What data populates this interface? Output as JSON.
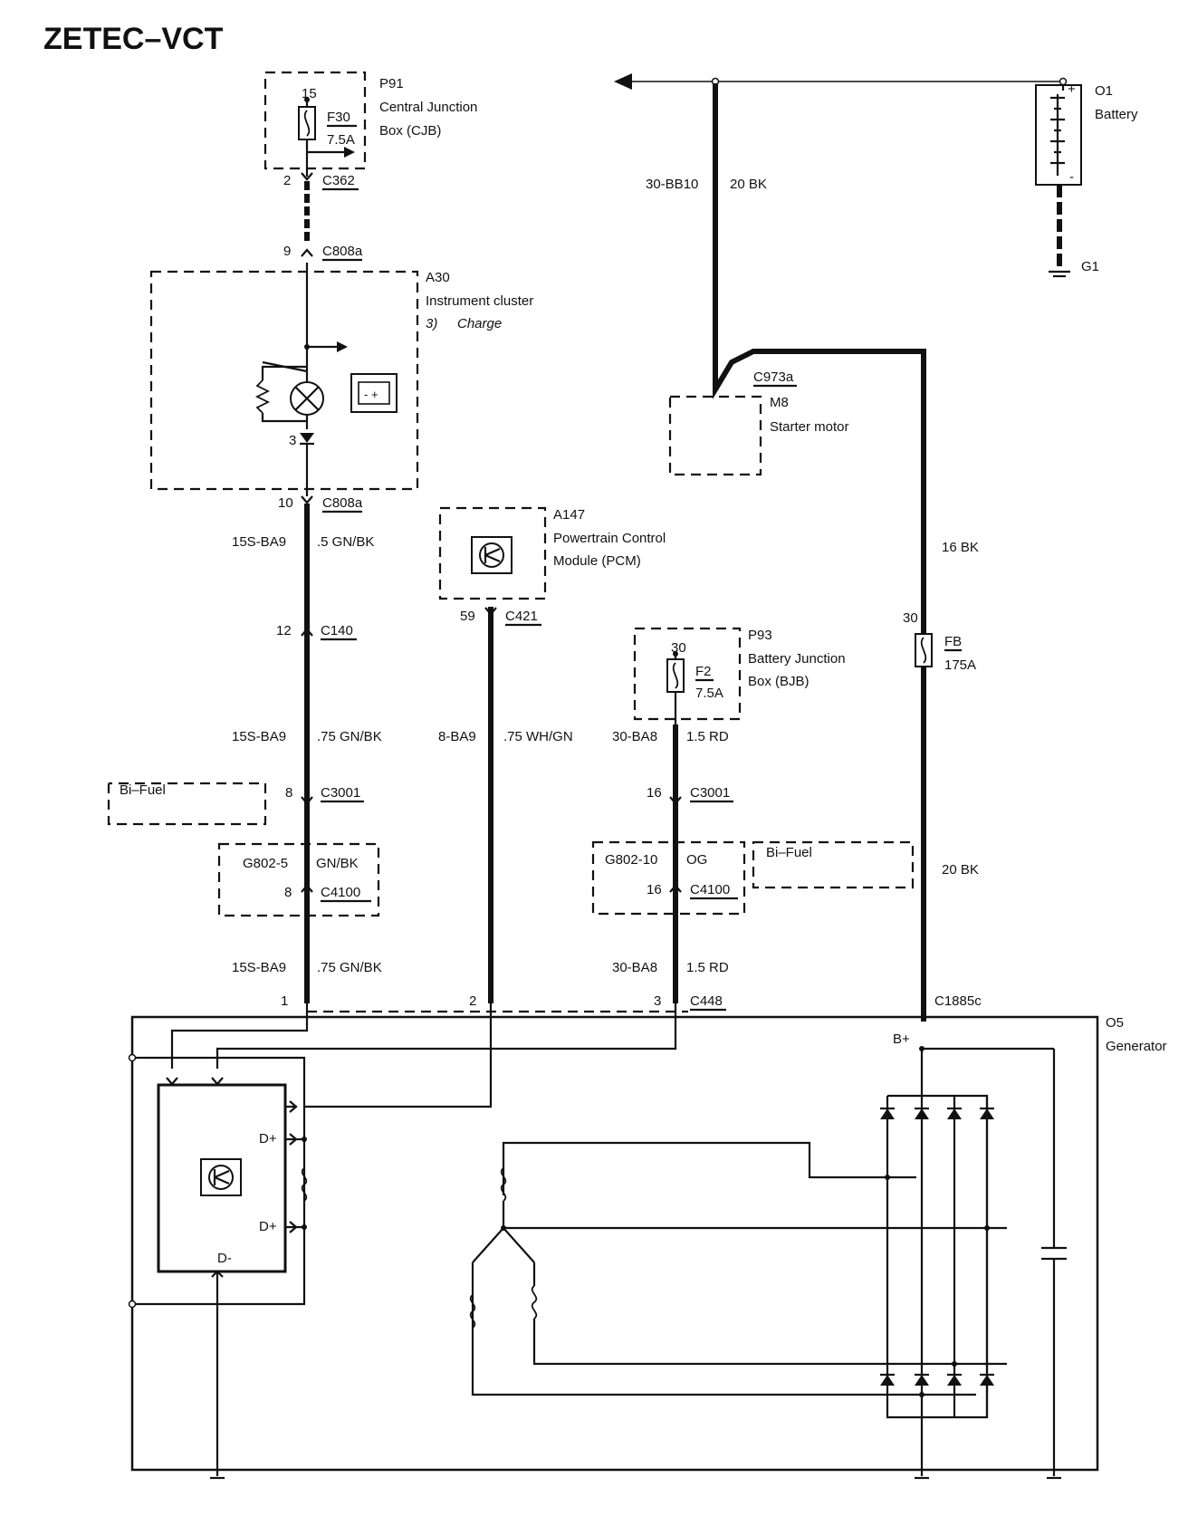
{
  "title": "ZETEC–VCT",
  "components": {
    "p91": {
      "id": "P91",
      "line1": "Central Junction",
      "line2": "Box (CJB)"
    },
    "f30": {
      "pin": "15",
      "name": "F30",
      "rating": "7.5A"
    },
    "o1": {
      "id": "O1",
      "name": "Battery"
    },
    "g1": {
      "id": "G1"
    },
    "a30": {
      "id": "A30",
      "name": "Instrument cluster",
      "note_num": "3)",
      "note": "Charge",
      "pin3": "3"
    },
    "m8": {
      "connector": "C973a",
      "id": "M8",
      "name": "Starter motor"
    },
    "a147": {
      "id": "A147",
      "line1": "Powertrain Control",
      "line2": "Module (PCM)"
    },
    "p93": {
      "id": "P93",
      "line1": "Battery Junction",
      "line2": "Box (BJB)"
    },
    "f2": {
      "pin": "30",
      "name": "F2",
      "rating": "7.5A"
    },
    "fb": {
      "pin": "30",
      "name": "FB",
      "rating": "175A"
    },
    "o5": {
      "id": "O5",
      "name": "Generator",
      "bplus": "B+",
      "dplus": "D+",
      "dminus": "D-"
    },
    "bifuel_left": "Bi–Fuel",
    "bifuel_right": "Bi–Fuel"
  },
  "connectors": {
    "c362": {
      "pin": "2",
      "name": "C362"
    },
    "c808a_top": {
      "pin": "9",
      "name": "C808a"
    },
    "c808a_bottom": {
      "pin": "10",
      "name": "C808a"
    },
    "c140": {
      "pin": "12",
      "name": "C140"
    },
    "c421": {
      "pin": "59",
      "name": "C421"
    },
    "c3001_left": {
      "pin": "8",
      "name": "C3001"
    },
    "c3001_right": {
      "pin": "16",
      "name": "C3001"
    },
    "c4100_left": {
      "splice": "G802-5",
      "color": "GN/BK",
      "pin": "8",
      "name": "C4100"
    },
    "c4100_right": {
      "splice": "G802-10",
      "color": "OG",
      "pin": "16",
      "name": "C4100"
    },
    "c448": {
      "pin1": "1",
      "pin2": "2",
      "pin3": "3",
      "name": "C448"
    },
    "c1885c": {
      "name": "C1885c"
    }
  },
  "wires": {
    "bb10": {
      "circuit": "30-BB10",
      "gauge": "20 BK"
    },
    "w1": {
      "circuit": "15S-BA9",
      "gauge": ".5 GN/BK"
    },
    "w2": {
      "circuit": "15S-BA9",
      "gauge": ".75 GN/BK"
    },
    "w3": {
      "circuit": "15S-BA9",
      "gauge": ".75 GN/BK"
    },
    "pcm": {
      "circuit": "8-BA9",
      "gauge": ".75 WH/GN"
    },
    "bjb1": {
      "circuit": "30-BA8",
      "gauge": "1.5 RD"
    },
    "bjb2": {
      "circuit": "30-BA8",
      "gauge": "1.5 RD"
    },
    "bk16": {
      "gauge": "16 BK"
    },
    "bk20": {
      "gauge": "20 BK"
    }
  }
}
